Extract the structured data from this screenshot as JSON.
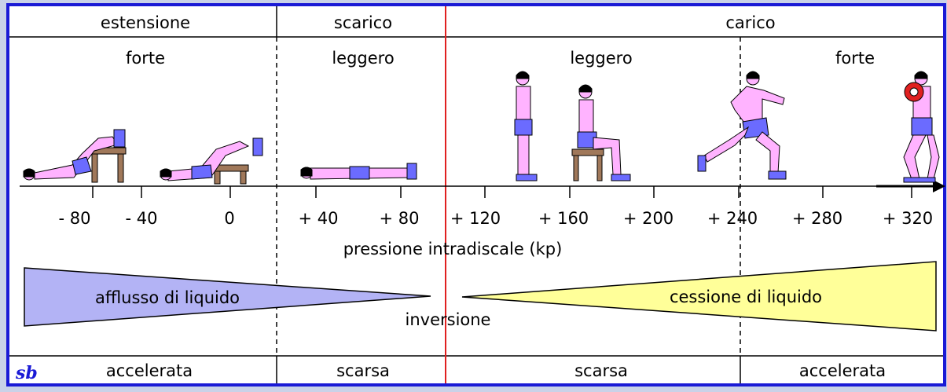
{
  "header": {
    "estensione": "estensione",
    "scarico": "scarico",
    "carico": "carico"
  },
  "intensity": {
    "forte_left": "forte",
    "leggero_scarico": "leggero",
    "leggero_carico": "leggero",
    "forte_right": "forte"
  },
  "axis": {
    "ticks": [
      "- 80",
      "- 40",
      "0",
      "+ 40",
      "+ 80",
      "+ 120",
      "+ 160",
      "+ 200",
      "+ 240",
      "+ 280",
      "+ 320"
    ],
    "label": "pressione intradiscale (kp)"
  },
  "flow": {
    "left": "afflusso di liquido",
    "right": "cessione di liquido",
    "center": "inversione"
  },
  "footer": {
    "signature": "sb",
    "accelerata_left": "accelerata",
    "scarsa_left": "scarsa",
    "scarsa_right": "scarsa",
    "accelerata_right": "accelerata"
  },
  "colors": {
    "border": "#1a1ad6",
    "background": "#ffffff",
    "inflow": "#b3b3f5",
    "outflow": "#ffff99",
    "divider_red": "#e02020",
    "skin": "#ffb3ff",
    "shorts": "#6b6bff",
    "chair": "#a0785a"
  }
}
